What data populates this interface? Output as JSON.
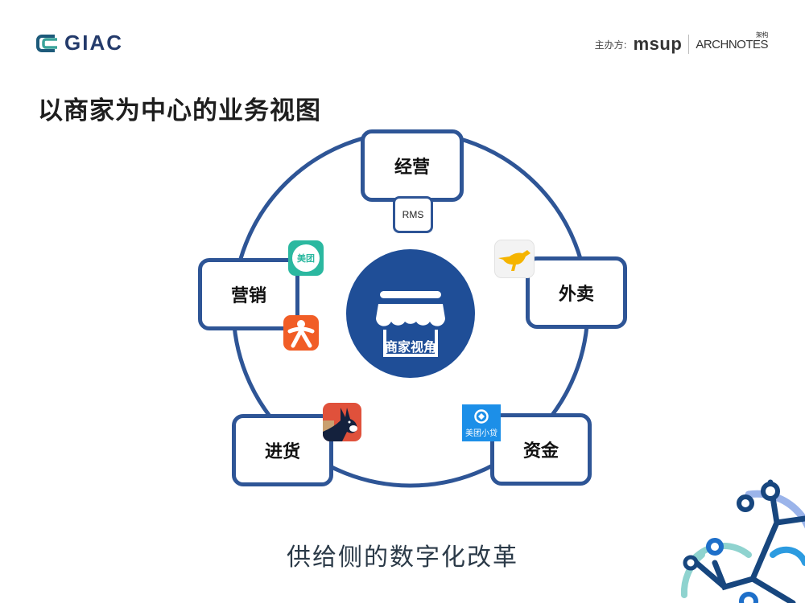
{
  "header": {
    "logo_text": "GIAC",
    "sponsor_label": "主办方:",
    "sponsor_1": "msup",
    "sponsor_2": "ARCHNOTES",
    "sponsor_2_cn": "架构"
  },
  "slide": {
    "title": "以商家为中心的业务视图",
    "footer": "供给侧的数字化改革"
  },
  "diagram": {
    "center_label": "商家视角",
    "nodes": [
      {
        "id": "operation",
        "label": "经营"
      },
      {
        "id": "delivery",
        "label": "外卖"
      },
      {
        "id": "finance",
        "label": "资金"
      },
      {
        "id": "procurement",
        "label": "进货"
      },
      {
        "id": "marketing",
        "label": "营销"
      }
    ],
    "sub_tags": {
      "rms": "RMS"
    },
    "apps": {
      "meituan": "美团",
      "dianping": "dianping-icon",
      "kangaroo": "kangaroo-icon",
      "donkey": "donkey-icon",
      "loan": "美团小贷"
    }
  },
  "colors": {
    "ring": "#2e5596",
    "center": "#1f4e97",
    "meituan_green": "#2bb8a0",
    "dianping_orange": "#f15d26",
    "kangaroo_yellow": "#f5b400",
    "donkey_red": "#e0513b",
    "loan_blue": "#1c8fe8"
  }
}
